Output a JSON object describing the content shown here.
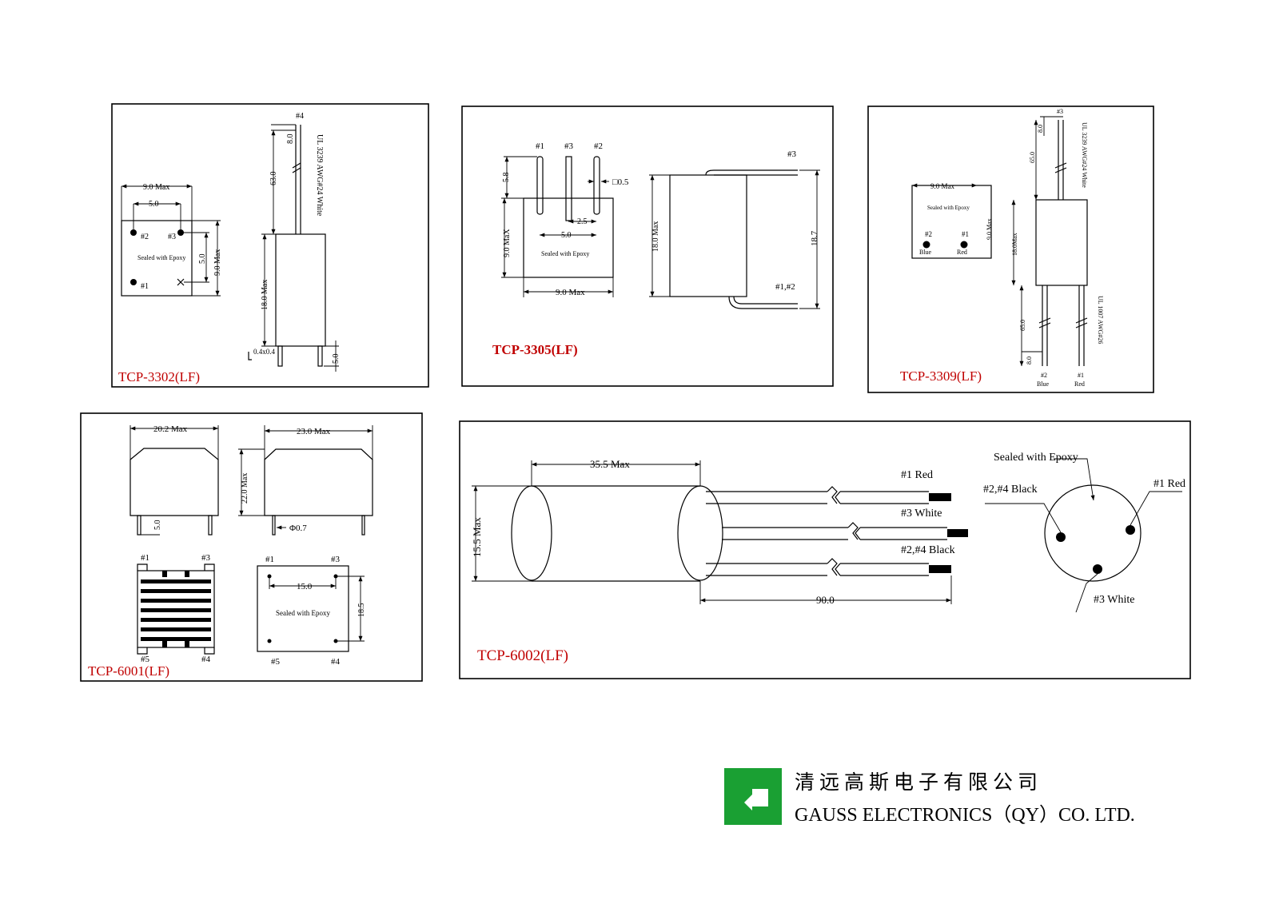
{
  "company": {
    "name_cn": "清远高斯电子有限公司",
    "name_en": "GAUSS ELECTRONICS（QY）CO. LTD.",
    "logo_color": "#1aa033"
  },
  "accent_color": "#c00000",
  "panels": {
    "tcp3302": {
      "title": "TCP-3302(LF)",
      "dim_width": "9.0 Max",
      "dim_pitch": "5.0",
      "dim_height_max": "9.0 Max",
      "dim_pitch_v": "5.0",
      "pin1": "#1",
      "pin2": "#2",
      "pin3": "#3",
      "pin4": "#4",
      "sealed": "Sealed with Epoxy",
      "wire_spec": "UL 3239 AWG#24 White",
      "dim_wire_length": "63.0",
      "dim_strip": "8.0",
      "dim_body": "18.0 Max",
      "dim_pin_section": "0.4x0.4",
      "dim_pin_length": "5.0"
    },
    "tcp3305": {
      "title": "TCP-3305(LF)",
      "pin1": "#1",
      "pin2": "#2",
      "pin3": "#3",
      "pin12": "#1,#2",
      "pin3_side": "#3",
      "dim_pin_top": "5.8",
      "dim_pin_size": "□0.5",
      "dim_pitch_small": "2.5",
      "dim_pitch": "5.0",
      "dim_height": "9.0 MaX",
      "dim_width": "9.0 Max",
      "sealed": "Sealed with Epoxy",
      "dim_length": "18.0 Max",
      "dim_lead_span": "18.7"
    },
    "tcp3309": {
      "title": "TCP-3309(LF)",
      "pin1": "#1",
      "pin2": "#2",
      "pin3": "#3",
      "color_blue": "Blue",
      "color_red": "Red",
      "sealed": "Sealed with Epoxy",
      "dim_width": "9.0 Max",
      "dim_height": "9.0 Max",
      "dim_body": "18.0Max",
      "dim_top_wire": "65.0",
      "dim_top_strip": "8.0",
      "top_wire_spec": "UL 3239 AWG#24 White",
      "dim_bottom_wire": "65.0",
      "dim_bottom_strip": "8.0",
      "bottom_wire_spec": "UL 1007 AWG#26"
    },
    "tcp6001": {
      "title": "TCP-6001(LF)",
      "dim_front_width": "20.2 Max",
      "dim_side_width": "23.0 Max",
      "dim_height": "22.0 Max",
      "dim_pin_length": "5.0",
      "dim_pin_dia": "Φ0.7",
      "pin1": "#1",
      "pin3": "#3",
      "pin4": "#4",
      "pin5": "#5",
      "dim_pitch_h": "15.0",
      "dim_pitch_v": "18.5",
      "sealed": "Sealed with Epoxy"
    },
    "tcp6002": {
      "title": "TCP-6002(LF)",
      "dim_length": "35.5 Max",
      "dim_dia": "15.5 Max",
      "dim_lead": "90.0",
      "lead1": "#1 Red",
      "lead3": "#3 White",
      "lead24": "#2,#4 Black",
      "sealed": "Sealed with Epoxy",
      "end_lead1": "#1 Red",
      "end_lead24": "#2,#4 Black",
      "end_lead3": "#3 White"
    }
  }
}
